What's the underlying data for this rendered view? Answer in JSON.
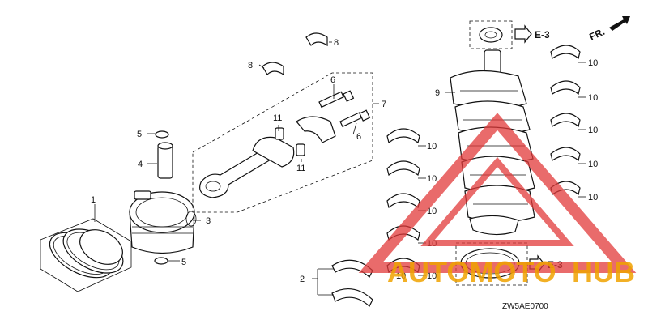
{
  "callouts": {
    "c1": "1",
    "c2": "2",
    "c3": "3",
    "c4": "4",
    "c5a": "5",
    "c5b": "5",
    "c6a": "6",
    "c6b": "6",
    "c7": "7",
    "c8a": "8",
    "c8b": "8",
    "c9": "9",
    "c11a": "11",
    "c11b": "11",
    "c10": [
      "10",
      "10",
      "10",
      "10",
      "10",
      "10",
      "10",
      "10",
      "10",
      "10",
      "10"
    ]
  },
  "refs": {
    "upper": "E-3",
    "lower": "E-3"
  },
  "direction": "FR.",
  "drawing_code": "ZW5AE0700",
  "watermark": {
    "left": "AUTOMOTO",
    "right": "HUB",
    "left_color": "#f0a300",
    "right_color": "#f0a300",
    "triangle_color": "#e23a3a"
  }
}
